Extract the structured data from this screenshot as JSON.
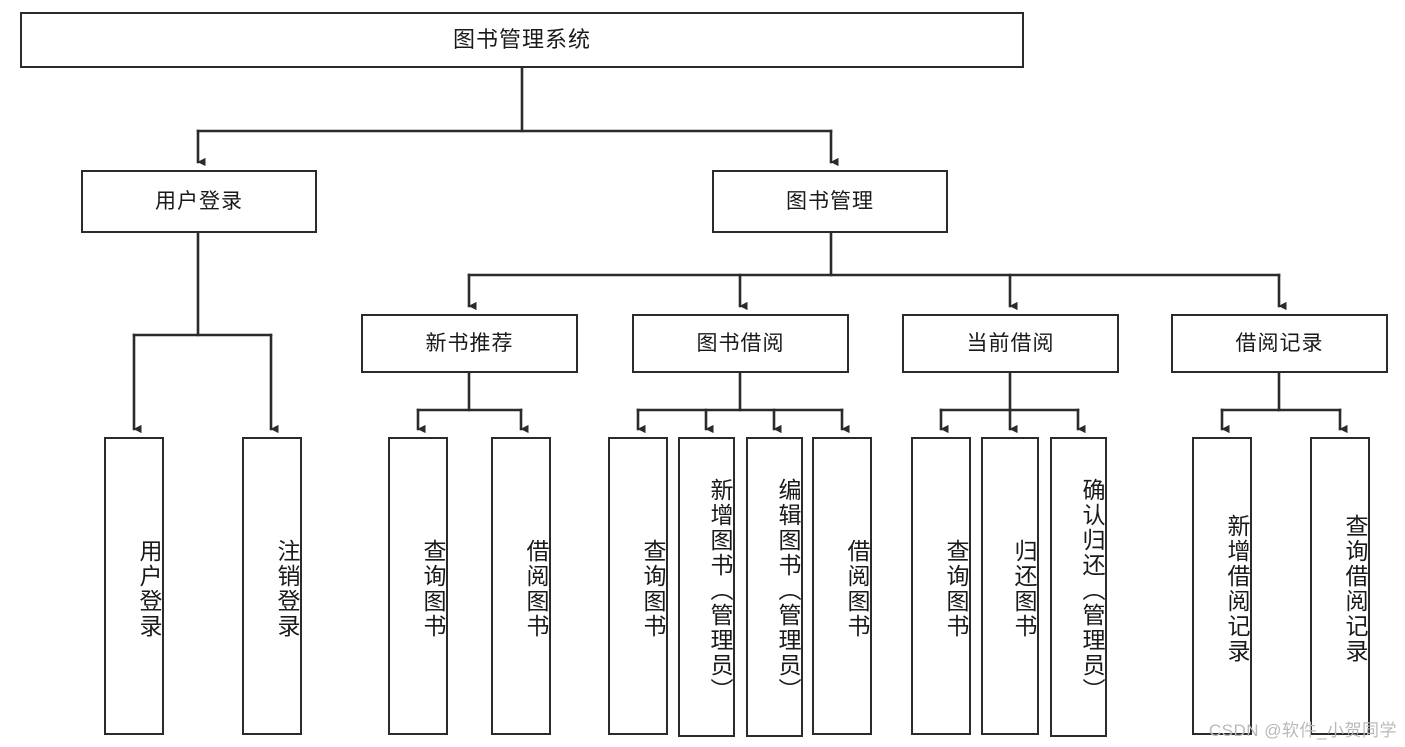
{
  "diagram": {
    "title": "图书管理系统",
    "type": "tree-hierarchy",
    "orientation": "top-down",
    "colors": {
      "box_border": "#2b2b2b",
      "box_fill": "#ffffff",
      "line": "#2b2b2b",
      "text": "#1a1a1a",
      "watermark": "#b9b9b9",
      "background": "#ffffff"
    },
    "root": {
      "label": "图书管理系统"
    },
    "level2": [
      {
        "id": "user-login",
        "label": "用户登录"
      },
      {
        "id": "book-manage",
        "label": "图书管理"
      }
    ],
    "level3": [
      {
        "id": "new-book-recommend",
        "label": "新书推荐"
      },
      {
        "id": "book-borrow",
        "label": "图书借阅"
      },
      {
        "id": "current-borrow",
        "label": "当前借阅"
      },
      {
        "id": "borrow-record",
        "label": "借阅记录"
      }
    ],
    "leaves": {
      "user_login": [
        {
          "id": "leaf-user-login",
          "label": "用户登录"
        },
        {
          "id": "leaf-logout-login",
          "label": "注销登录"
        }
      ],
      "new_book_recommend": [
        {
          "id": "leaf-query-book-1",
          "label": "查询图书"
        },
        {
          "id": "leaf-borrow-book-1",
          "label": "借阅图书"
        }
      ],
      "book_borrow": [
        {
          "id": "leaf-query-book-2",
          "label": "查询图书"
        },
        {
          "id": "leaf-add-book",
          "label": "新增图书（管理员）"
        },
        {
          "id": "leaf-edit-book",
          "label": "编辑图书（管理员）"
        },
        {
          "id": "leaf-borrow-book-2",
          "label": "借阅图书"
        }
      ],
      "current_borrow": [
        {
          "id": "leaf-query-book-3",
          "label": "查询图书"
        },
        {
          "id": "leaf-return-book",
          "label": "归还图书"
        },
        {
          "id": "leaf-confirm-return",
          "label": "确认归还（管理员）"
        }
      ],
      "borrow_record": [
        {
          "id": "leaf-add-record",
          "label": "新增借阅记录"
        },
        {
          "id": "leaf-query-record",
          "label": "查询借阅记录"
        }
      ]
    }
  },
  "watermark": {
    "text": "CSDN @软件_小贺同学"
  }
}
